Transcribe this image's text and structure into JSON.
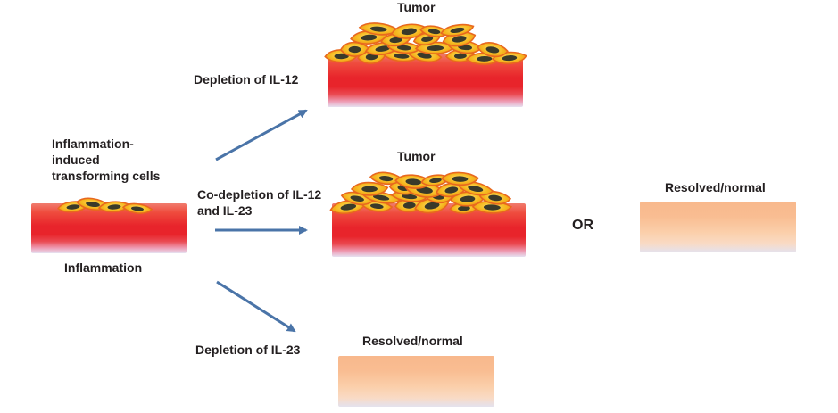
{
  "labels": {
    "tumor_top": "Tumor",
    "depletion_il12": "Depletion of IL-12",
    "inflammation_induced": [
      "Inflammation-",
      "induced",
      "transforming cells"
    ],
    "tumor_mid": "Tumor",
    "codepletion": [
      "Co-depletion of IL-12",
      "and IL-23"
    ],
    "or": "OR",
    "resolved_right": "Resolved/normal",
    "inflammation": "Inflammation",
    "resolved_bottom": "Resolved/normal",
    "depletion_il23": "Depletion of IL-23"
  },
  "colors": {
    "arrow": "#4a74a8",
    "cell_body": "#f6b81e",
    "cell_edge": "#e8681e",
    "nucleus": "#3a3a2a",
    "text": "#231f20"
  }
}
